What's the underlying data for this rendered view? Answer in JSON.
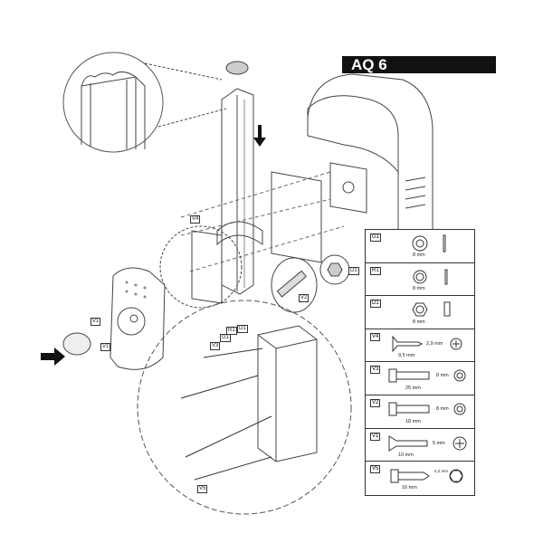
{
  "title": "AQ 6",
  "callouts": {
    "v4": "V4",
    "v2": "V2",
    "d1_top": "D1",
    "v1_a": "V1",
    "v1_b": "V1",
    "v3": "V3",
    "g1": "G1",
    "r1": "R1",
    "d1_bottom": "D1",
    "v5": "V5"
  },
  "parts_table": [
    {
      "code": "G1",
      "dims": [
        "8 mm"
      ]
    },
    {
      "code": "R1",
      "dims": [
        "8 mm"
      ]
    },
    {
      "code": "D1",
      "dims": [
        "8 mm"
      ]
    },
    {
      "code": "V4",
      "dims": [
        "2,9 mm",
        "9,5 mm"
      ]
    },
    {
      "code": "V3",
      "dims": [
        "8 mm",
        "25 mm"
      ]
    },
    {
      "code": "V2",
      "dims": [
        "8 mm",
        "18 mm"
      ]
    },
    {
      "code": "V1",
      "dims": [
        "5 mm",
        "10 mm"
      ]
    },
    {
      "code": "V5",
      "dims": [
        "4,2 mm",
        "16 mm"
      ]
    }
  ]
}
